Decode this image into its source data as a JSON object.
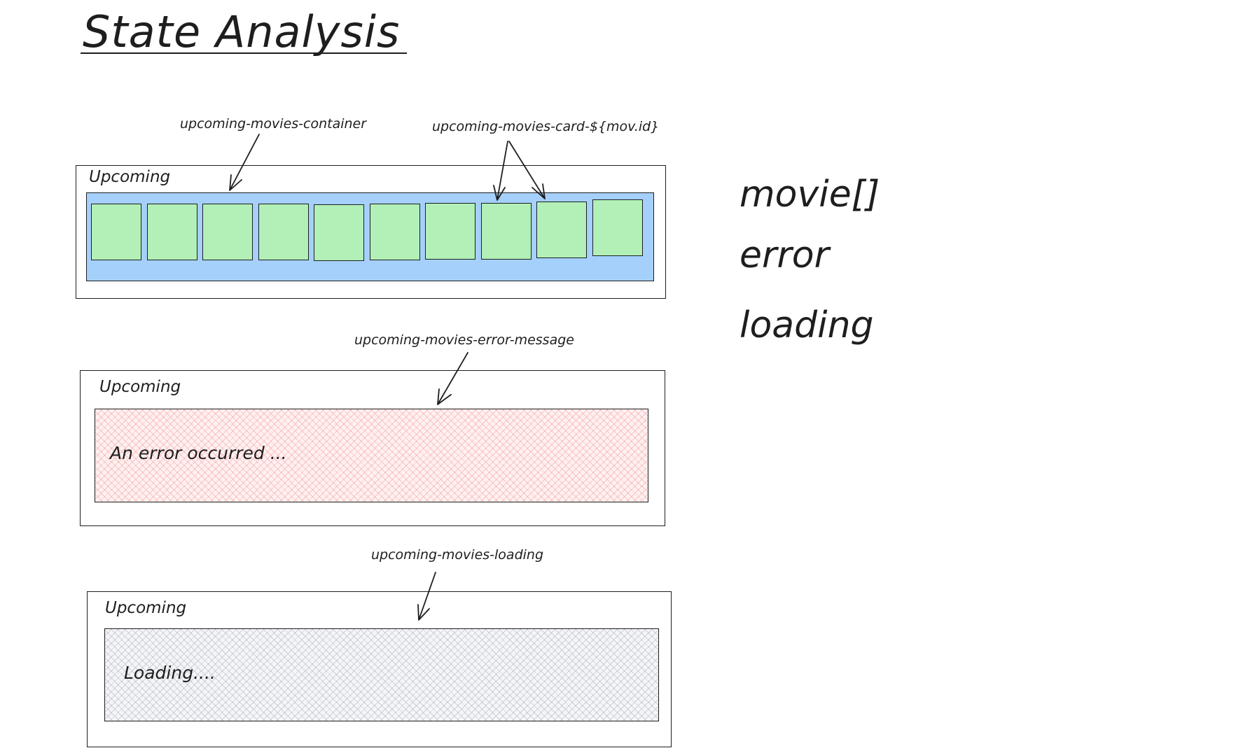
{
  "title": "State Analysis",
  "frames": {
    "populated_label": "Upcoming",
    "error_label": "Upcoming",
    "loading_label": "Upcoming"
  },
  "cards_count_note": 10,
  "messages": {
    "error": "An error occurred ...",
    "loading": "Loading...."
  },
  "annotations": {
    "container": "upcoming-movies-container",
    "card": "upcoming-movies-card-${mov.id}",
    "error": "upcoming-movies-error-message",
    "loading": "upcoming-movies-loading"
  },
  "state_vars": [
    "movie[]",
    "error",
    "loading"
  ],
  "colors": {
    "container_fill": "#a5d0fb",
    "card_fill": "#b2f0b8",
    "error_hatch": "#e03131",
    "loading_hatch": "#7882a0",
    "stroke": "#1e1e1e"
  }
}
